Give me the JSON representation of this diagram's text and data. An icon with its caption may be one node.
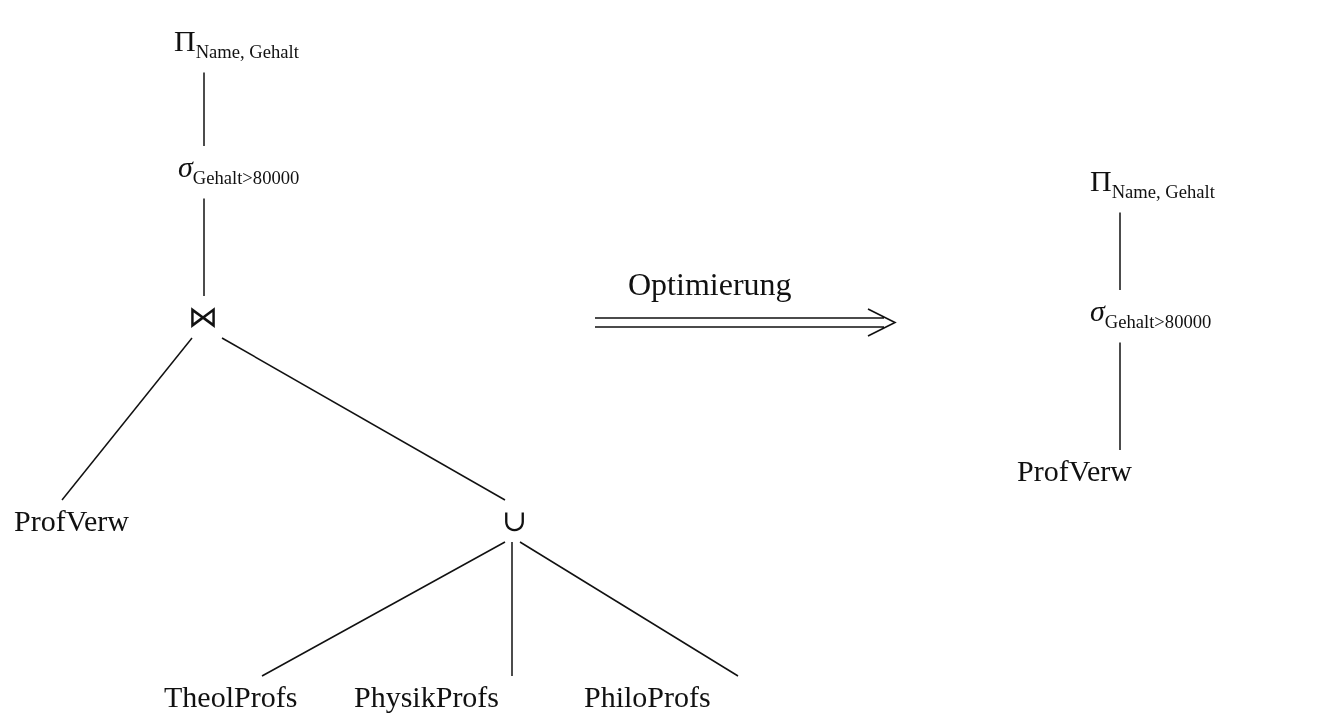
{
  "diagram": {
    "nodes": [
      {
        "text": [
          "Π$_{Name, Gehalt}$"
        ]
      },
      {
        "text": [
          "*σ*$_{Gehalt>80000}$"
        ]
      },
      {
        "text": [
          "⋈"
        ]
      },
      {
        "text": [
          "ProfVerw"
        ]
      },
      {
        "text": [
          "∪"
        ]
      },
      {
        "text": [
          "TheolProfs"
        ]
      },
      {
        "text": [
          "PhysikProfs"
        ]
      },
      {
        "text": [
          "PhiloProfs"
        ]
      },
      {
        "text": [
          "Π$_{Name, Gehalt}$"
        ]
      },
      {
        "text": [
          "*σ*$_{Gehalt>80000}$"
        ]
      },
      {
        "text": [
          "ProfVerw"
        ]
      }
    ],
    "edges": [
      {
        "from": 0,
        "to": 1,
        "arrow": "none"
      },
      {
        "from": 1,
        "to": 2,
        "arrow": "none"
      },
      {
        "from": 2,
        "to": 3,
        "arrow": "none"
      },
      {
        "from": 2,
        "to": 4,
        "arrow": "none"
      },
      {
        "from": 4,
        "to": 5,
        "arrow": "none"
      },
      {
        "from": 4,
        "to": 6,
        "arrow": "none"
      },
      {
        "from": 4,
        "to": 7,
        "arrow": "none"
      },
      {
        "from": 8,
        "to": 9,
        "arrow": "none"
      },
      {
        "from": 9,
        "to": 10,
        "arrow": "none"
      }
    ],
    "labels": [
      "Optimierung"
    ]
  }
}
